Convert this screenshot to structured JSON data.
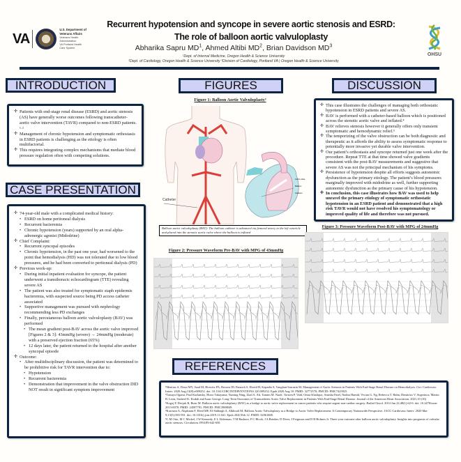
{
  "header": {
    "title_line1": "Recurrent hypotension and syncope in severe aortic stenosis and ESRD:",
    "title_line2": "The role of balloon aortic valvuloplasty",
    "authors": [
      {
        "name": "Abharika Sapru MD",
        "sup": "1"
      },
      {
        "name": "Ahmed Altibi MD",
        "sup": "2"
      },
      {
        "name": "Brian Davidson MD",
        "sup": "3"
      }
    ],
    "affiliation_line1": "¹Dept. of Internal Medicine, Oregon Health & Science University",
    "affiliation_line2": "²Dept. of Cardiology, Oregon Health & Science University   ³Division of Cardiology, Portland VA | Oregon Health & Science University",
    "va_logo": {
      "letters": "VA",
      "dept": "U.S. Department of Veterans Affairs",
      "line2": "Veterans Health Administration",
      "line3": "VA Portland Health Care System"
    },
    "ohsu_logo": {
      "text": "OHSU"
    }
  },
  "introduction": {
    "heading": "INTRODUCTION",
    "bullets": [
      "Patients with end-stage renal disease (ESRD) and aortic stenosis (AS) have generally worse outcomes following transcatheter-aortic valve intervention (TAVR) compared to non-ESRD  patients. ¹·²",
      "Management of chronic hypotension and symptomatic orthostasis in ESRD patients is challenging as the etiology is often multifactorial.",
      "This requires integrating complex mechanisms that mediate blood pressure regulation often with competing solutions."
    ]
  },
  "case": {
    "heading": "CASE PRESENTATION",
    "history": "74-year-old male with a complicated medical history:",
    "history_items": [
      "ESRD on home peritoneal dialysis",
      "Recurrent bacteremia",
      "Chronic hypotension (years) supported by an oral alpha-adrenergic agonist (Midodrine)"
    ],
    "complaint": "Chief Complaint:",
    "complaint_items": [
      "Recurrent syncopal episodes",
      "Chronic hypotension, in the past one year, had worsened to the point that hemodialysis (HD) was not tolerated due to low blood pressures, and he had been converted to peritoneal dialysis (PD)"
    ],
    "workup": "Previous work-up:",
    "workup_items": [
      "During initial inpatient evaluation for syncope, the patient underwent a transthoracic echocardiogram (TTE) revealing severe AS",
      "The patient was also treated for symptomatic staph epidermis bacteremia, with suspected source being PD access catheter associated",
      "Supportive management was pursued with nephrology recommending less PD exchanges",
      "Finally, percutaneous balloon aortic valvuloplasty (BAV) was performed"
    ],
    "bav_items": [
      "The mean gradient post-BAV across the aortic valve improved [Figures 2 & 3]: 43mmHg (severe) → 24mmHg (moderate) with a preserved ejection fraction (65%)",
      "12 days later, the patient returned to the hospital after another syncopal episode"
    ],
    "outcome": "Outcome:",
    "outcome_item": "After multidisciplinary discussion, the patient was determined to be prohibitive risk for TAVR intervention due to:",
    "outcome_reasons": [
      "Hypotension",
      "Recurrent bacteremia",
      "Demonstration that improvement in the valve obstruction DID NOT result in significant symptom improvement"
    ]
  },
  "figures": {
    "heading": "FIGURES",
    "fig1_title": "Figure 1: Balloon Aortic Valvuloplasty³",
    "fig1_label_catheter": "Catheter",
    "fig1_inset_labels": [
      "Aortic valve",
      "Balloon",
      "Catheter"
    ],
    "fig1_caption": "Balloon aortic valvuloplasty (BAV): The balloon catheter is advanced via femoral artery to the left ventricle and placed into the stenotic aortic valve where the balloon is inflated",
    "fig2_title": "Figure 2: Pressure Waveform Pre-BAV with MPG of 43mmHg",
    "fig3_title": "Figure 3: Pressure Waveform Post-BAV with MPG of 24mmHg"
  },
  "discussion": {
    "heading": "DISCUSSION",
    "bullets": [
      "This case illustrates the challenges of managing both orthostatic hypotension in ESRD patients and severe AS.",
      "BAV is performed with a catheter-based balloon which is positioned across the stenotic aortic valve and inflated.⁴",
      "BAV relieves stenosis however it generally offers only transient symptomatic and hemodynamic relief.⁵",
      "The temporizing of the valve obstruction can be both diagnostic and therapeutic as it affords the ability to assess symptomatic response to potentially more invasive yet durable valve intervention.",
      "Our patient’s orthostasis and syncope returned just one week after the procedure. Repeat TTE at that time showed valve gradients consistent with the post-BAV measurements and suggestive that severe AS was not the principal mechanism of his symptoms.",
      "Persistence of hypotension despite all efforts suggests autonomic dysfunction as the primary etiology. The patient’s blood pressures marginally improved with midodrine as well, further supporting autonomic dysfunction as the primary cause of his hypotension."
    ],
    "conclusion": "In conclusion, this case illustrates how BAV was used to help unravel the primary etiology of symptomatic orthostatic hypotension in an ESRD patient and demonstrated that a high risk TAVR would not have resolved his symptomatology or improved quality of life and therefore was not pursued."
  },
  "references": {
    "heading": "REFERENCES",
    "items": [
      "¹Mentias A, Desai MY, Saad M, Horwitz PA, Rossen JD, Panaich S, Elzeid H, Kapadia S, Vaughan-Sarrazin M. Management of Aortic Stenosis in Patients With End-Stage Renal Disease on Hemodialysis. Circ Cardiovasc Interv. 2020 Aug;13(8):e009252. doi: 10.1161/CIRCINTERVENTIONS.120.009252. Epub 2020 Aug 10. PMID: 32772570; PMCID: PMC7423925.",
      "²Tatsuya Ogami, Paul Kurlansky, Hiroo Takayama, Yuming Ning, Ziad A. Ali, Tamim M. Nazif, Torsten P. Vahl, Omar Khalique, Amisha Patel, Nadira Hamid, Vivian G. Ng, Rebecca T. Hahn, Dimitrios V. Avgerinos, Martin B. Leon, Susheel K. Kodali and Isaac George. Long-Term Outcomes of Transcatheter Aortic Valve Replacement in Patients With End-Stage Renal Disease. Journal of the American Heart Association. 2021;10 (16)",
      "³Kogoj P, Devjak R, Bunc M. Balloon aortic valvuloplasty (BAV) as a bridge to aortic valve replacement in cancer patients who require urgent non-cardiac surgery. Radiol Oncol. 2014 Jun 22;48(1):62-6. doi: 10.2478/raon-2013-0078. PMID: 24587781; PMCID: PMC3908849.",
      "⁴Kawsara A, Alqahtani F, Eleid MF, El-Sabbagh A, Alkhouli M. Balloon Aortic Valvuloplasty as a Bridge to Aortic Valve Replacement: A Contemporary Nationwide Perspective. JACC Cardiovasc Interv. 2020 Mar 9;13(5):583-591. doi: 10.1016/j.jcin.2019.11.041. Epub 2020 Feb 12. PMID: 32061608.",
      "⁵C M Otto, M C Mickel, J W Kennedy, E L Alderman, T M Bashore, P C Block, J A Brinker, D Diver, J Ferguson and D R Holmes Jr. Three-year outcome after balloon aortic valvuloplasty. Insights into prognosis of valvular aortic stenosis. Circulation.1994;89:642-650."
    ]
  },
  "colors": {
    "navy": "#0d2440",
    "header_fill": "#cfd1f6",
    "artery": "#d9403a",
    "vein": "#7fcfd6"
  }
}
